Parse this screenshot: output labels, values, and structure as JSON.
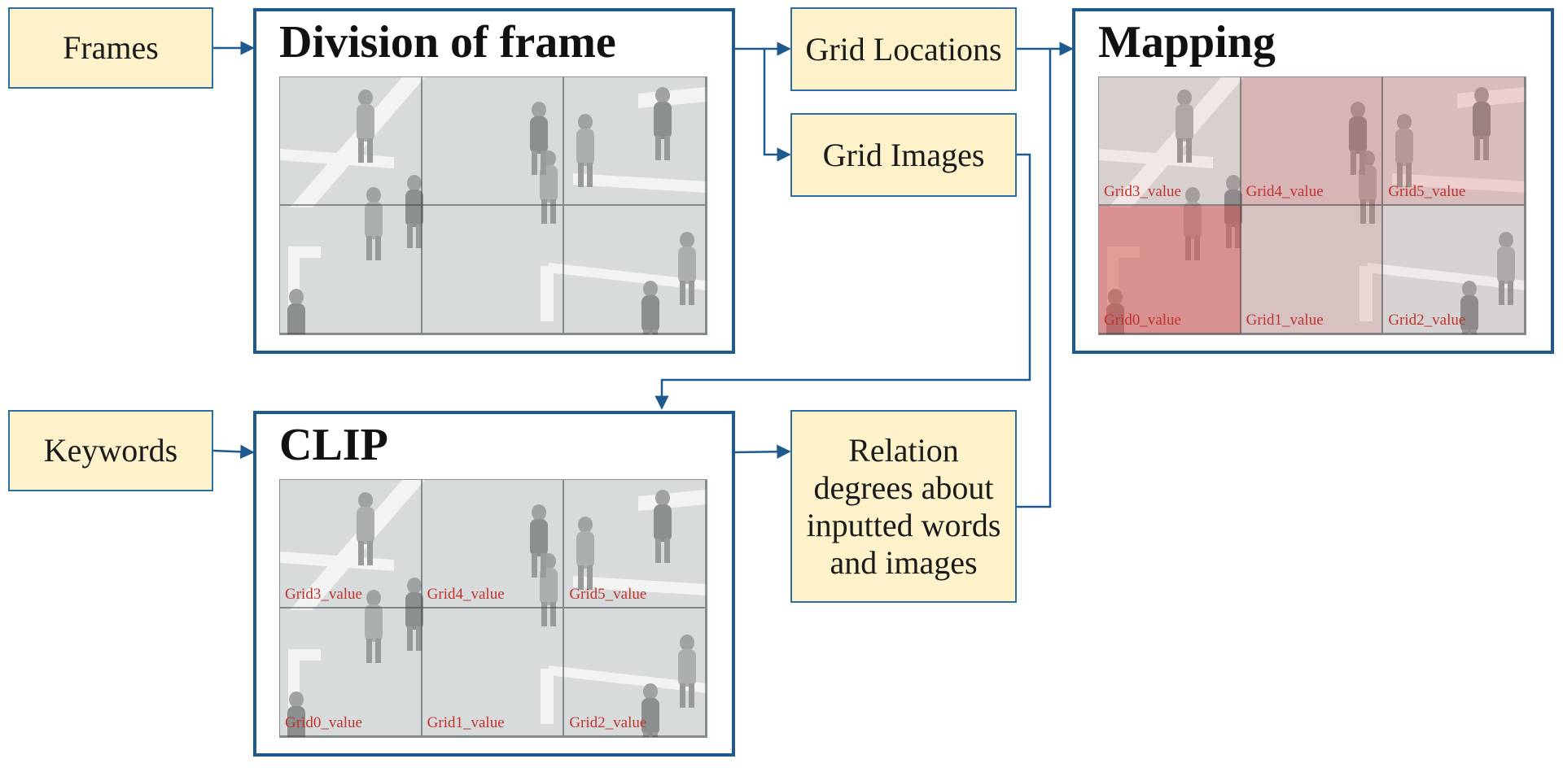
{
  "inputs": {
    "frames": "Frames",
    "keywords": "Keywords"
  },
  "panels": {
    "division": {
      "title": "Division of frame"
    },
    "clip": {
      "title": "CLIP",
      "grid_labels": [
        "Grid3_value",
        "Grid4_value",
        "Grid5_value",
        "Grid0_value",
        "Grid1_value",
        "Grid2_value"
      ]
    },
    "mapping": {
      "title": "Mapping",
      "grid_labels": [
        "Grid3_value",
        "Grid4_value",
        "Grid5_value",
        "Grid0_value",
        "Grid1_value",
        "Grid2_value"
      ],
      "grid_intensity": [
        0.08,
        0.28,
        0.22,
        0.55,
        0.18,
        0.06
      ]
    }
  },
  "outputs": {
    "grid_locations": "Grid Locations",
    "grid_images": "Grid Images",
    "relation": "Relation degrees about inputted words and images"
  },
  "colors": {
    "box_fill": "#fdf2c9",
    "box_border": "#2c6ea3",
    "panel_border": "#1f5a8f",
    "arrow": "#1f5a8f",
    "grid_label": "#c0322e",
    "heat": "#d9534f"
  }
}
